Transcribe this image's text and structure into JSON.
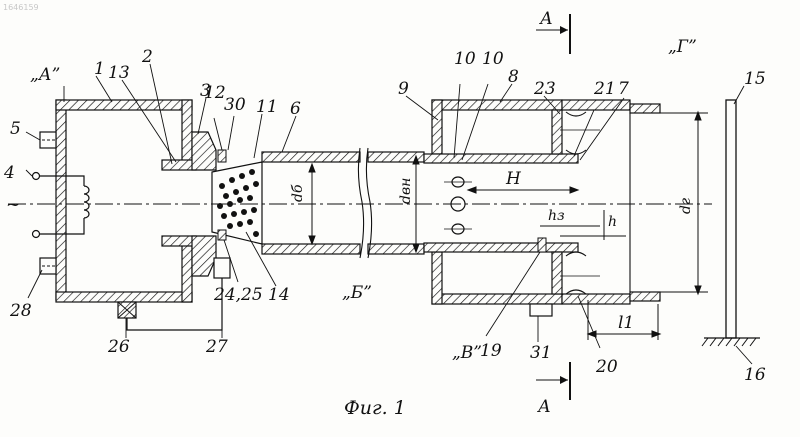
{
  "patent_id": "1646159",
  "caption": "Фиг. 1",
  "zone_labels": {
    "a": "„А”",
    "b": "„Б”",
    "v": "„В”",
    "g": "„Г”"
  },
  "section_marks": {
    "top": "А",
    "bottom": "А"
  },
  "dimension_labels": {
    "d_b": "dб",
    "d_vn": "dвн",
    "d_g": "dг",
    "H": "H",
    "h": "h",
    "h_z": "hз",
    "l_1": "l1"
  },
  "symbol_tilde": "~",
  "callouts": [
    "1",
    "2",
    "3",
    "4",
    "5",
    "6",
    "7",
    "8",
    "9",
    "10",
    "10",
    "11",
    "12",
    "13",
    "14",
    "15",
    "16",
    "19",
    "20",
    "21",
    "23",
    "24,25",
    "26",
    "27",
    "28",
    "30",
    "31"
  ]
}
